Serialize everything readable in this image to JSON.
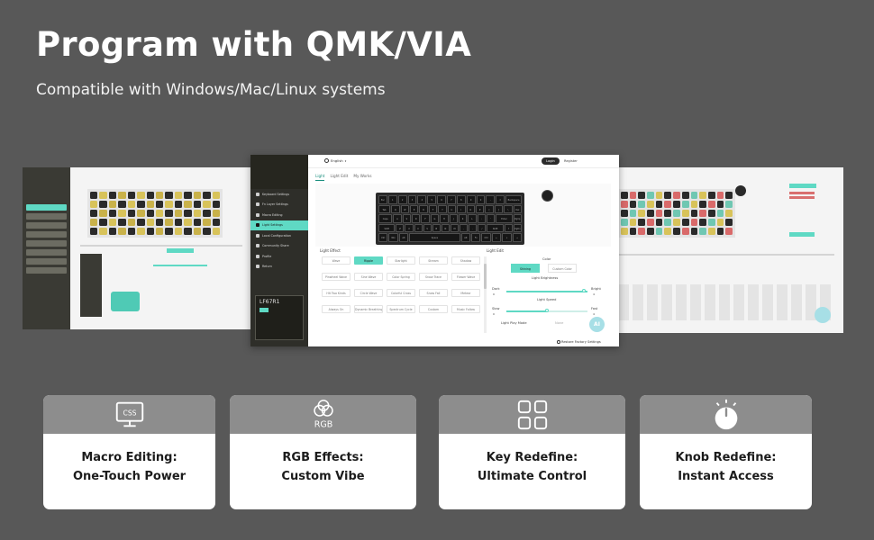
{
  "headline": "Program with QMK/VIA",
  "subline": "Compatible with Windows/Mac/Linux systems",
  "app": {
    "language": "English",
    "login": "Login",
    "register": "Register",
    "window_controls": [
      "—",
      "▢",
      "✕"
    ],
    "nav_items": [
      {
        "label": "Keyboard Settings",
        "icon": "keyboard-icon"
      },
      {
        "label": "Fn Layer Settings",
        "icon": "layers-icon"
      },
      {
        "label": "Macro Editing",
        "icon": "macro-icon"
      },
      {
        "label": "Light Settings",
        "icon": "light-icon",
        "active": true
      },
      {
        "label": "Local Configuration",
        "icon": "folder-icon"
      },
      {
        "label": "Community Share",
        "icon": "share-icon"
      },
      {
        "label": "Profile",
        "icon": "profile-icon"
      },
      {
        "label": "Return",
        "icon": "return-icon"
      }
    ],
    "model_name": "LF67R1",
    "tabs": [
      {
        "label": "Light",
        "active": true
      },
      {
        "label": "Light Edit",
        "active": false
      },
      {
        "label": "My Works",
        "active": false
      }
    ],
    "key_rows": [
      [
        "Esc",
        "1",
        "2",
        "3",
        "4",
        "5",
        "6",
        "7",
        "8",
        "9",
        "0",
        "-",
        "=",
        "Backspace"
      ],
      [
        "Tab",
        "Q",
        "W",
        "E",
        "R",
        "T",
        "Y",
        "U",
        "I",
        "O",
        "P",
        "[",
        "]",
        "\\",
        "Del"
      ],
      [
        "Caps",
        "A",
        "S",
        "D",
        "F",
        "G",
        "H",
        "J",
        "K",
        "L",
        ";",
        "'",
        "Enter",
        "PgUp"
      ],
      [
        "Shift",
        "Z",
        "X",
        "C",
        "V",
        "B",
        "N",
        "M",
        ",",
        ".",
        "/",
        "Shift",
        "↑",
        "PgDn"
      ],
      [
        "Ctrl",
        "Win",
        "Alt",
        "Space",
        "Alt",
        "Fn",
        "Ctrl",
        "←",
        "↓",
        "→"
      ]
    ],
    "light_effect_label": "Light Effect",
    "light_edit_label": "Light Edit",
    "effects": [
      {
        "label": "Wave",
        "active": false
      },
      {
        "label": "Ripple",
        "active": true
      },
      {
        "label": "Starlight",
        "active": false
      },
      {
        "label": "Stream",
        "active": false
      },
      {
        "label": "Shadow",
        "active": false
      },
      {
        "label": "Pinwheel Wave",
        "active": false
      },
      {
        "label": "Sine Wave",
        "active": false
      },
      {
        "label": "Color Spring",
        "active": false
      },
      {
        "label": "Snow Trace",
        "active": false
      },
      {
        "label": "Flower Wave",
        "active": false
      },
      {
        "label": "Hit Two Kinds",
        "active": false
      },
      {
        "label": "Circle Wave",
        "active": false
      },
      {
        "label": "Colorful Cross",
        "active": false
      },
      {
        "label": "Snow Fall",
        "active": false
      },
      {
        "label": "Meteor",
        "active": false
      },
      {
        "label": "Always On",
        "active": false
      },
      {
        "label": "Dynamic Breathing",
        "active": false
      },
      {
        "label": "Spectrum Cycle",
        "active": false
      },
      {
        "label": "Custom",
        "active": false
      },
      {
        "label": "Music Follow",
        "active": false
      }
    ],
    "color_label": "Color",
    "color_opts": [
      "Shining",
      "Custom Color"
    ],
    "brightness_label": "Light Brightness",
    "brightness_min": "Dark",
    "brightness_max": "Bright",
    "brightness_min_val": "0",
    "brightness_max_val": "4",
    "brightness_level": 0.95,
    "speed_label": "Light Speed",
    "speed_min": "Slow",
    "speed_max": "Fast",
    "speed_min_val": "0",
    "speed_max_val": "4",
    "speed_level": 0.5,
    "play_mode_label": "Light Play Mode",
    "play_mode_value": "None",
    "restore": "Restore Factory Settings",
    "ai_badge": "AI"
  },
  "cards": [
    {
      "icon": "css-monitor-icon",
      "line1": "Macro Editing:",
      "line2": "One-Touch Power"
    },
    {
      "icon": "rgb-icon",
      "line1": "RGB Effects:",
      "line2": "Custom Vibe"
    },
    {
      "icon": "key-grid-icon",
      "line1": "Key Redefine:",
      "line2": "Ultimate Control"
    },
    {
      "icon": "knob-icon",
      "line1": "Knob Redefine:",
      "line2": "Instant Access"
    }
  ],
  "icon_text": {
    "css": "CSS",
    "rgb": "RGB"
  },
  "colors": {
    "background": "#585858",
    "accent": "#5fd9c4",
    "card_top": "#8d8d8d",
    "sidebar": "#2e2e29"
  }
}
